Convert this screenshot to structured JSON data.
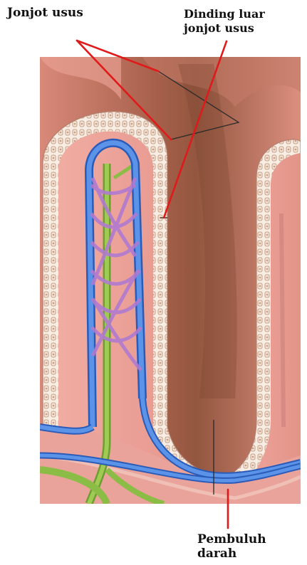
{
  "labels": {
    "villi": "Jonjot usus",
    "outer_wall_line1": "Dinding luar",
    "outer_wall_line2": "jonjot usus",
    "vessel_line1": "Pembuluh",
    "vessel_line2": "darah"
  },
  "colors": {
    "tissue": "#e9a196",
    "tissue_dark": "#b9665a",
    "lumen": "#a05a3c",
    "cells": "#f6ece0",
    "vein": "#3f78d6",
    "lymph": "#7fb33a",
    "pointer": "#e01a1a"
  }
}
